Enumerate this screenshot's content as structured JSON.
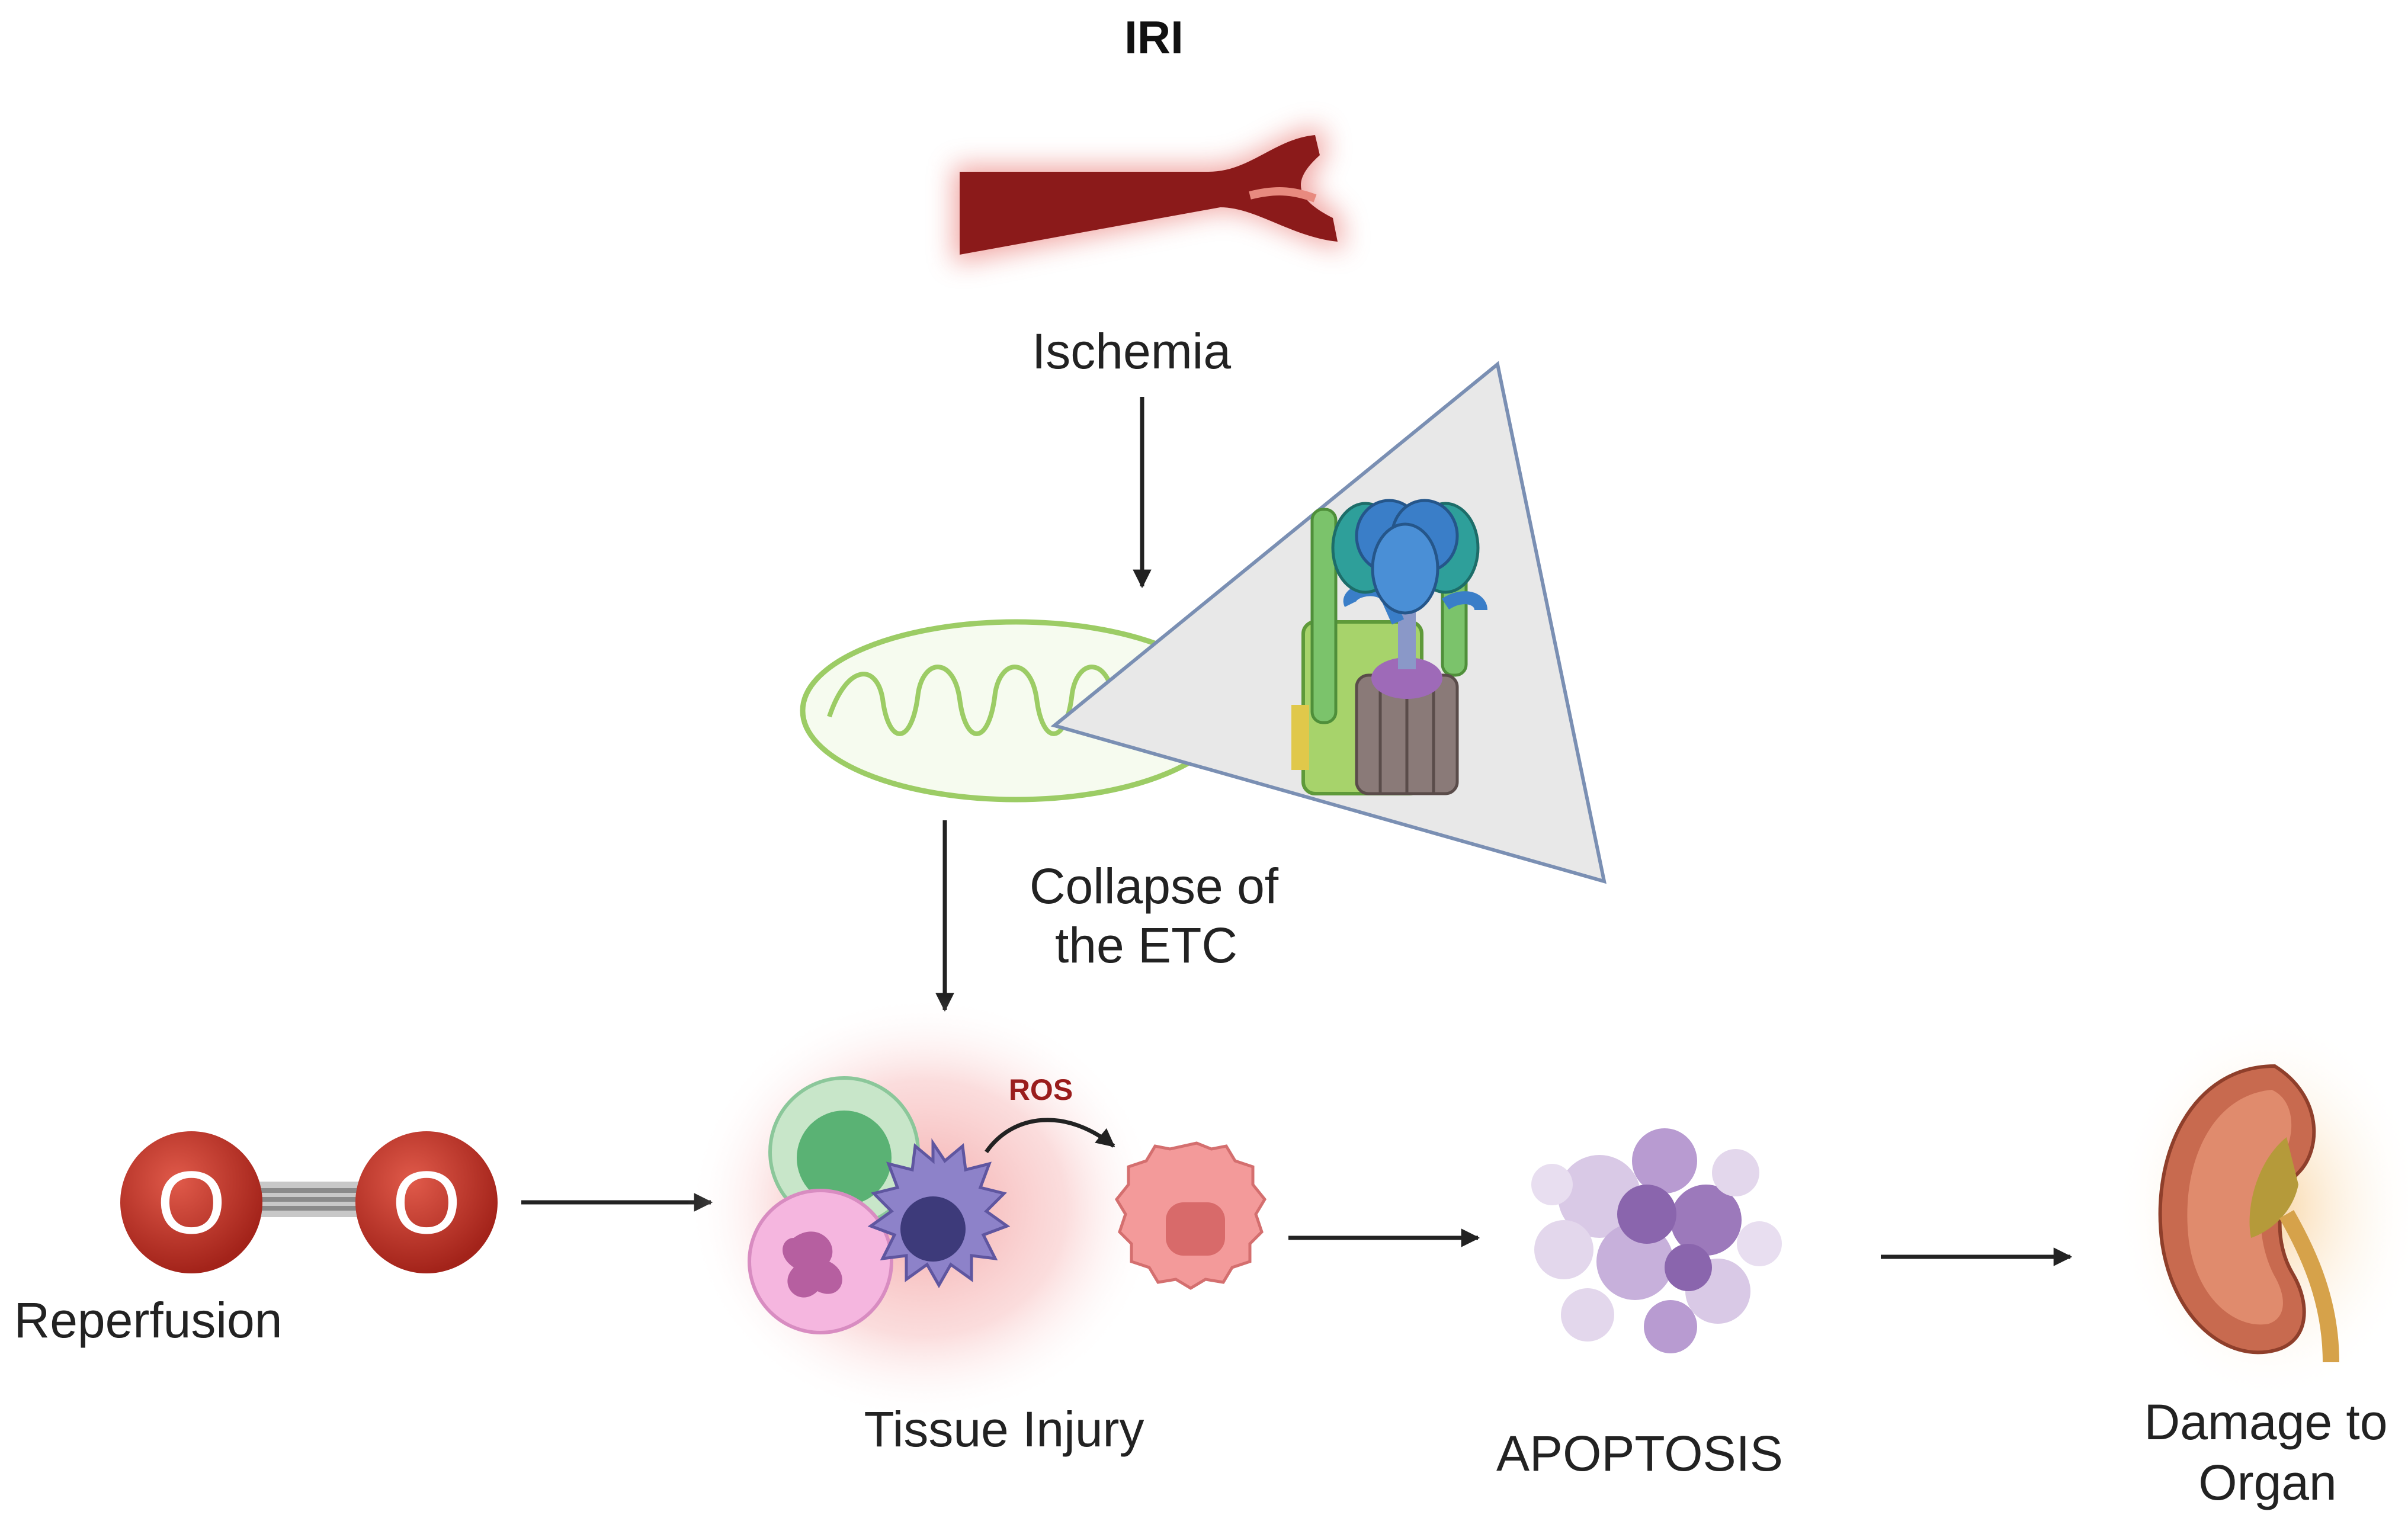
{
  "title": "IRI",
  "labels": {
    "ischemia": "Ischemia",
    "collapse_line1": "Collapse of",
    "collapse_line2": "the ETC",
    "reperfusion": "Reperfusion",
    "ros": "ROS",
    "tissue_injury": "Tissue Injury",
    "apoptosis": "APOPTOSIS",
    "damage_line1": "Damage to",
    "damage_line2": "Organ"
  },
  "oxygen": {
    "atom_symbol": "O"
  },
  "icons": [
    "blood-vessel-icon",
    "mitochondrion-icon",
    "atp-synthase-icon",
    "oxygen-molecule-icon",
    "immune-cells-icon",
    "damaged-cell-icon",
    "apoptotic-cell-icon",
    "kidney-icon"
  ],
  "colors": {
    "vessel": "#8b1a1a",
    "vessel_glow": "#e5605a",
    "mitochondrion": "#9ccc65",
    "zoom_triangle": "#e8e8e8",
    "zoom_border": "#7a8fb3",
    "oxygen_atom": "#c0392b",
    "ros_text": "#9a1c1c",
    "injury_glow": "#f4a0a0",
    "apoptosis": "#a78bbf",
    "kidney": "#c86a4f",
    "arrow": "#222222"
  }
}
